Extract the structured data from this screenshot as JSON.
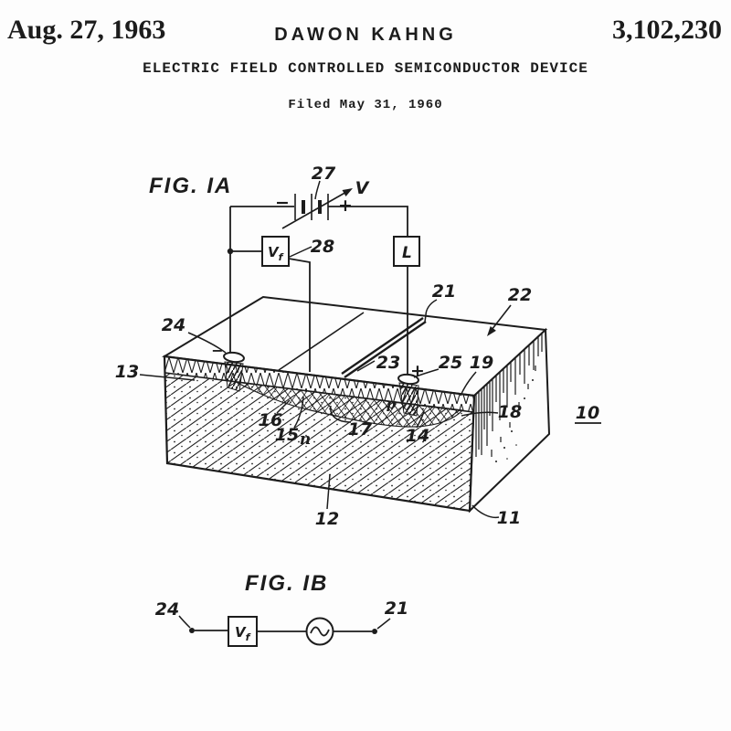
{
  "header": {
    "date": "Aug. 27, 1963",
    "inventor": "DAWON KAHNG",
    "patent_number": "3,102,230",
    "title": "ELECTRIC FIELD CONTROLLED SEMICONDUCTOR DEVICE",
    "filed": "Filed May 31, 1960"
  },
  "fig1a": {
    "title": "FIG. IA",
    "r27": "27",
    "voltage": "V",
    "battery_minus": "−",
    "battery_plus": "+",
    "r28": "28",
    "vf_main": "V",
    "vf_sub": "f",
    "load": "L",
    "r24": "24",
    "contact_minus": "−",
    "r13": "13",
    "r23": "23",
    "contact_plus": "+",
    "r25": "25",
    "r19": "19",
    "r21": "21",
    "r22": "22",
    "r18": "18",
    "r10": "10",
    "r16": "16",
    "r15": "15",
    "n_region": "n",
    "r17": "17",
    "p_region": "p",
    "r14": "14",
    "r12": "12",
    "r11": "11"
  },
  "fig1b": {
    "title": "FIG. IB",
    "r24": "24",
    "r21": "21",
    "vf_main": "V",
    "vf_sub": "f"
  },
  "colors": {
    "ink": "#1c1c1c",
    "paper": "#fdfdfd"
  }
}
